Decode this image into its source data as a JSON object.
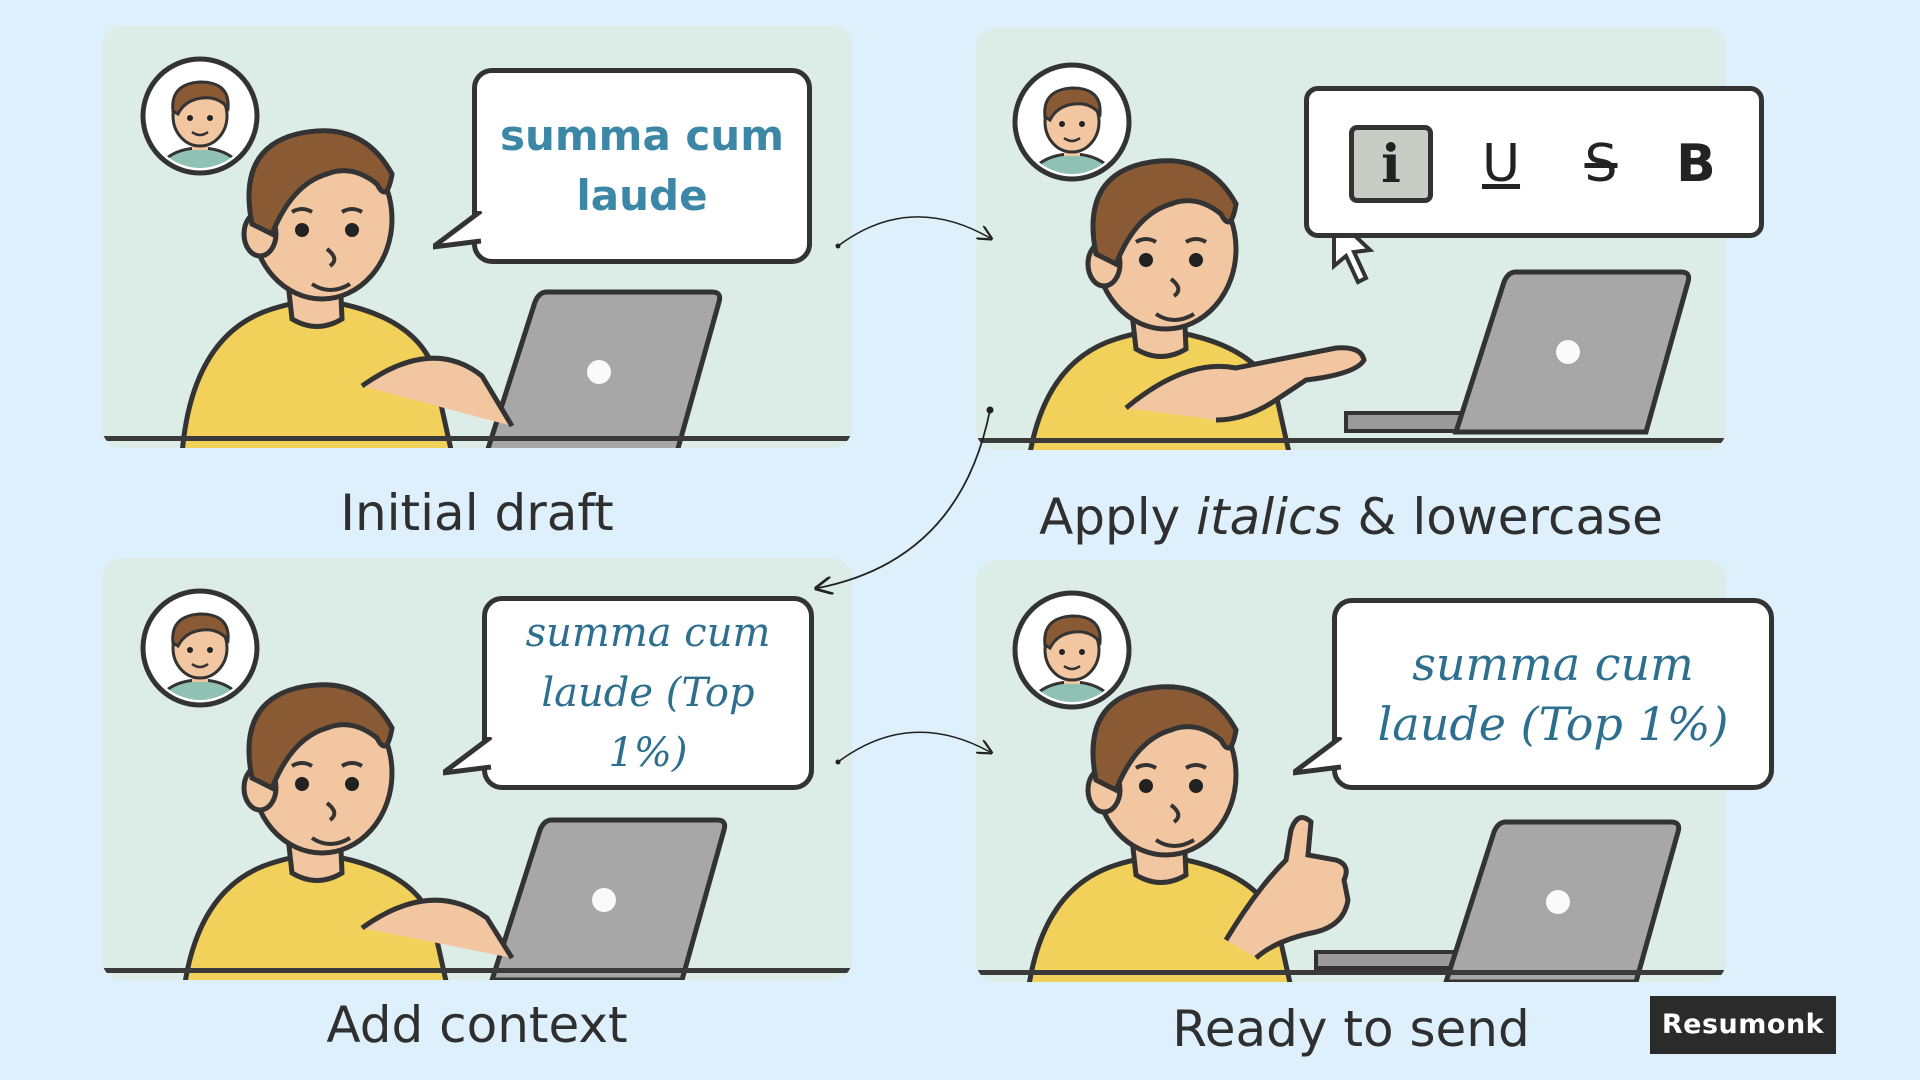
{
  "panels": [
    {
      "caption": "Initial draft",
      "bubble_text": "summa cum laude"
    },
    {
      "caption_parts": [
        "Apply ",
        "italics",
        " & lowercase"
      ],
      "toolbar": {
        "italic": "i",
        "underline": "U",
        "strikethrough": "S",
        "bold": "B"
      }
    },
    {
      "caption": "Add context",
      "bubble_text": "summa cum laude (Top 1%)"
    },
    {
      "caption": "Ready to send",
      "bubble_text": "summa cum laude (Top 1%)"
    }
  ],
  "brand": "Resumonk",
  "colors": {
    "background": "#ddf0fb",
    "panel": "#dcede8",
    "shirt": "#f1d159",
    "hair": "#8a5a34",
    "skin": "#f3c6a2",
    "laptop": "#a7a7a7",
    "accent_text": "#2d6f8f"
  },
  "icons": [
    "avatar-icon",
    "laptop-icon",
    "mouse-cursor-icon",
    "thumbs-up-icon"
  ]
}
